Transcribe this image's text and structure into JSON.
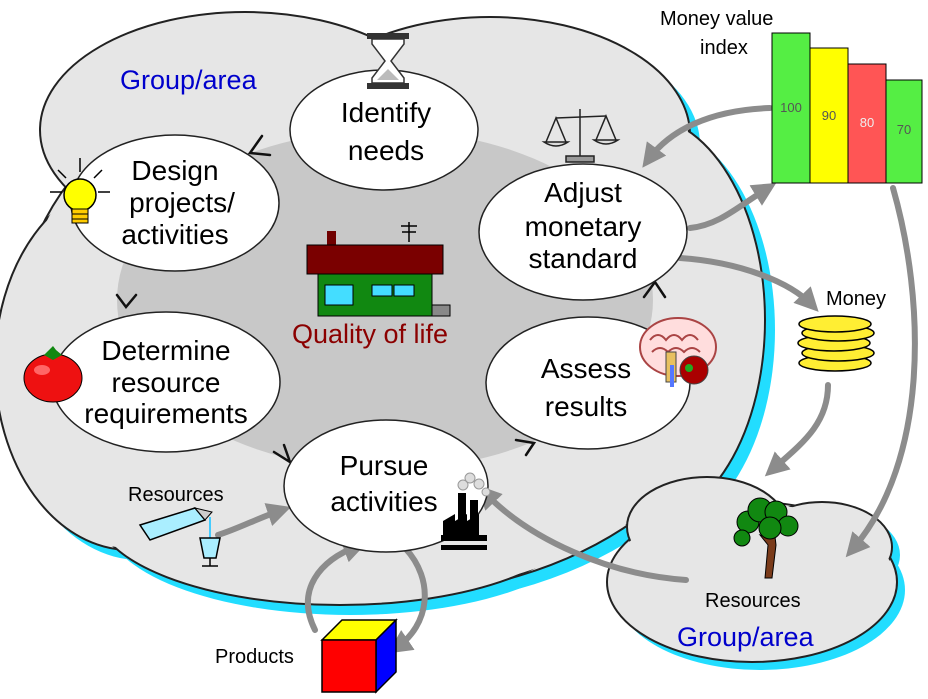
{
  "main_area": {
    "label": "Group/area"
  },
  "center": {
    "label": "Quality of life"
  },
  "steps": {
    "identify": [
      "Identify",
      "needs"
    ],
    "design": [
      "Design",
      "projects/",
      "activities"
    ],
    "determine": [
      "Determine",
      "resource",
      "requirements"
    ],
    "pursue": [
      "Pursue",
      "activities"
    ],
    "assess": [
      "Assess",
      "results"
    ],
    "adjust": [
      "Adjust",
      "monetary",
      "standard"
    ]
  },
  "money_index": {
    "title": [
      "Money value",
      "index"
    ],
    "bars": [
      {
        "value": "100",
        "color": "#55ee44"
      },
      {
        "value": "90",
        "color": "#ffff00"
      },
      {
        "value": "80",
        "color": "#ff5555"
      },
      {
        "value": "70",
        "color": "#55ee44"
      }
    ]
  },
  "labels": {
    "money": "Money",
    "resources_left": "Resources",
    "resources_right": "Resources",
    "products": "Products",
    "other_area": "Group/area"
  },
  "colors": {
    "cloud_fill": "#e6e6e6",
    "cloud_shadow": "#22ddff",
    "cycle_ring": "#c8c8c8",
    "arrow_gray": "#8c8c8c",
    "area_label": "#0000cc",
    "quality_label": "#8b0000"
  }
}
